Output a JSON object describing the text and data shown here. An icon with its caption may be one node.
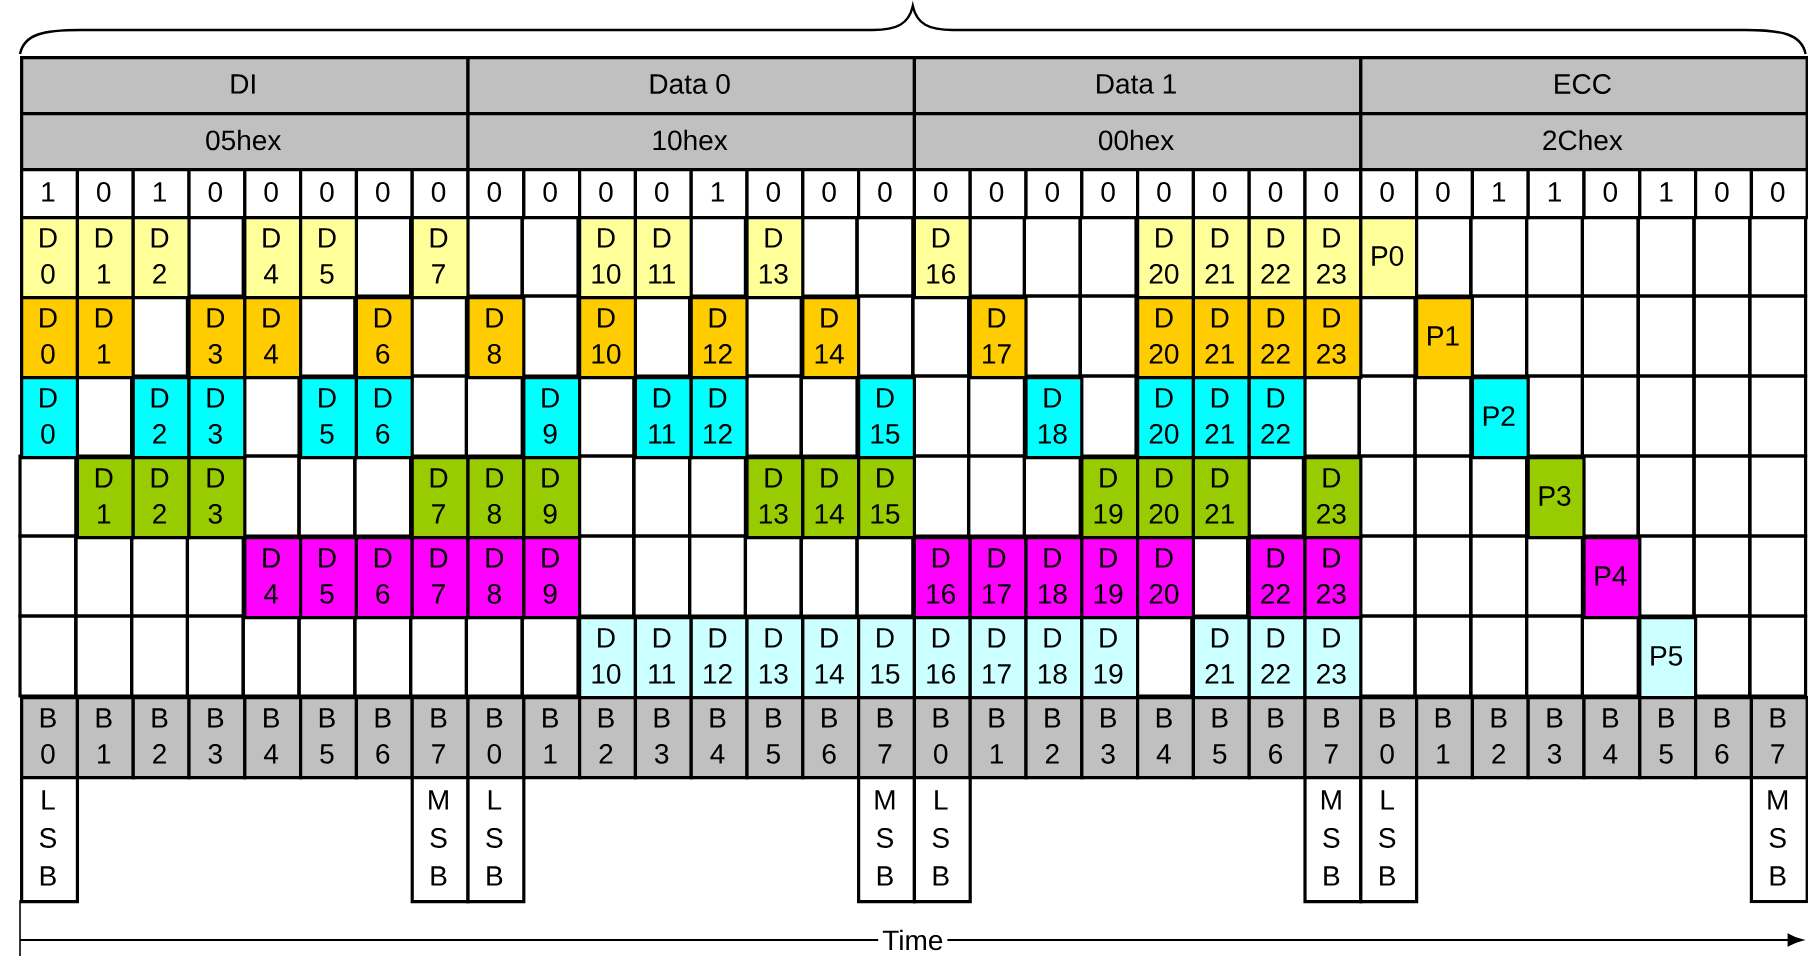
{
  "diagram": {
    "labels": [
      "DI",
      "Data 0",
      "Data 1",
      "ECC",
      "05hex",
      "10hex",
      "00hex",
      "2Chex",
      "1",
      "0",
      "1",
      "0",
      "0",
      "0",
      "0",
      "0",
      "0",
      "0",
      "0",
      "0",
      "1",
      "0",
      "0",
      "0",
      "0",
      "0",
      "0",
      "0",
      "0",
      "0",
      "0",
      "0",
      "0",
      "0",
      "1",
      "1",
      "0",
      "1",
      "0",
      "0",
      "D 0",
      "D 1",
      "D 2",
      "D 4",
      "D 5",
      "D 7",
      "D 10",
      "D 11",
      "D 13",
      "D 16",
      "D 20",
      "D 21",
      "D 22",
      "D 23",
      "P0",
      "D 0",
      "D 1",
      "D 3",
      "D 4",
      "D 6",
      "D 8",
      "D 10",
      "D 12",
      "D 14",
      "D 17",
      "D 20",
      "D 21",
      "D 22",
      "D 23",
      "P1",
      "D 0",
      "D 2",
      "D 3",
      "D 5",
      "D 6",
      "D 9",
      "D 11",
      "D 12",
      "D 15",
      "D 18",
      "D 20",
      "D 21",
      "D 22",
      "P2",
      "D 1",
      "D 2",
      "D 3",
      "D 7",
      "D 8",
      "D 9",
      "D 13",
      "D 14",
      "D 15",
      "D 19",
      "D 20",
      "D 21",
      "D 23",
      "P3",
      "D 4",
      "D 5",
      "D 6",
      "D 7",
      "D 8",
      "D 9",
      "D 16",
      "D 17",
      "D 18",
      "D 19",
      "D 20",
      "D 22",
      "D 23",
      "P4",
      "D 10",
      "D 11",
      "D 12",
      "D 13",
      "D 14",
      "D 15",
      "D 16",
      "D 17",
      "D 18",
      "D 19",
      "D 21",
      "D 22",
      "D 23",
      "P5",
      "B 0",
      "B 1",
      "B 2",
      "B 3",
      "B 4",
      "B 5",
      "B 6",
      "B 7",
      "B 0",
      "B 1",
      "B 2",
      "B 3",
      "B 4",
      "B 5",
      "B 6",
      "B 7",
      "B 0",
      "B 1",
      "B 2",
      "B 3",
      "B 4",
      "B 5",
      "B 6",
      "B 7",
      "B 0",
      "B 1",
      "B 2",
      "B 3",
      "B 4",
      "B 5",
      "B 6",
      "B 7",
      "L S B",
      "M S B",
      "L S B",
      "M S B",
      "L S B",
      "M S B",
      "L S B",
      "M S B",
      "Time"
    ]
  }
}
